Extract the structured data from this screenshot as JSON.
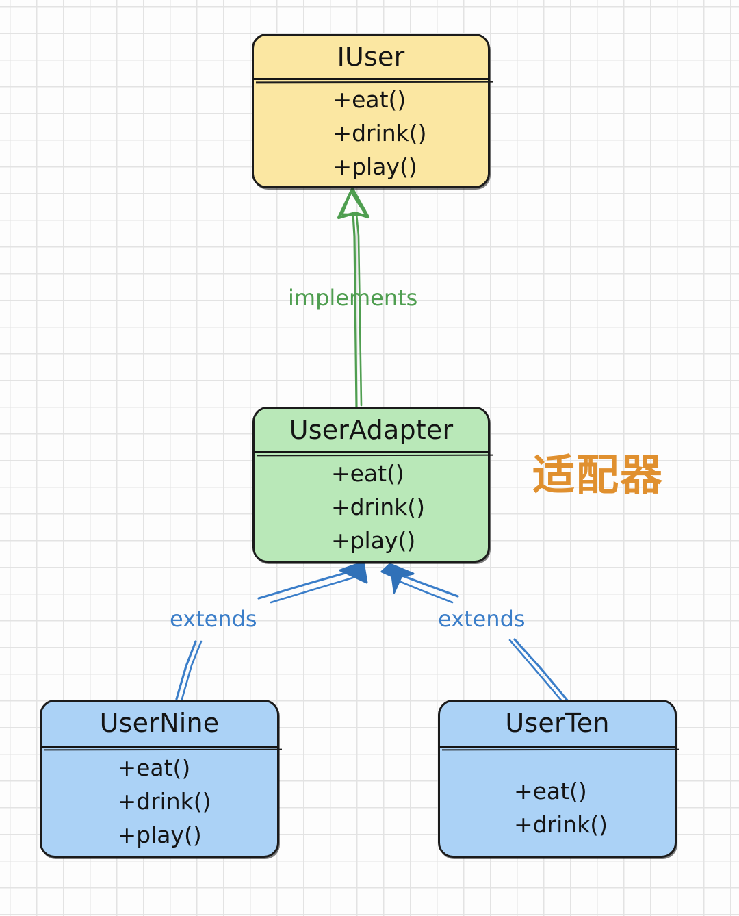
{
  "diagram": {
    "kind": "uml-class-diagram",
    "background": "graph-paper-grid",
    "grid_color": "#e3e3e3",
    "classes": [
      {
        "id": "iuser",
        "name": "IUser",
        "fill": "#fbe7a2",
        "stroke": "#1b1b1b",
        "methods": [
          "+eat()",
          "+drink()",
          "+play()"
        ]
      },
      {
        "id": "useradapter",
        "name": "UserAdapter",
        "fill": "#b9e8b8",
        "stroke": "#1b1b1b",
        "methods": [
          "+eat()",
          "+drink()",
          "+play()"
        ]
      },
      {
        "id": "usernine",
        "name": "UserNine",
        "fill": "#abd2f6",
        "stroke": "#1b1b1b",
        "methods": [
          "+eat()",
          "+drink()",
          "+play()"
        ]
      },
      {
        "id": "userten",
        "name": "UserTen",
        "fill": "#abd2f6",
        "stroke": "#1b1b1b",
        "methods": [
          "+eat()",
          "+drink()"
        ]
      }
    ],
    "edges": [
      {
        "id": "implements",
        "label": "implements",
        "from": "useradapter",
        "to": "iuser",
        "color": "#4f9e50",
        "arrowhead": "hollow-triangle"
      },
      {
        "id": "extends-left",
        "label": "extends",
        "from": "usernine",
        "to": "useradapter",
        "color": "#3b7ec9",
        "arrowhead": "solid-triangle"
      },
      {
        "id": "extends-right",
        "label": "extends",
        "from": "userten",
        "to": "useradapter",
        "color": "#3b7ec9",
        "arrowhead": "solid-triangle"
      }
    ],
    "annotation": {
      "text": "适配器",
      "color": "#e0902f"
    }
  }
}
